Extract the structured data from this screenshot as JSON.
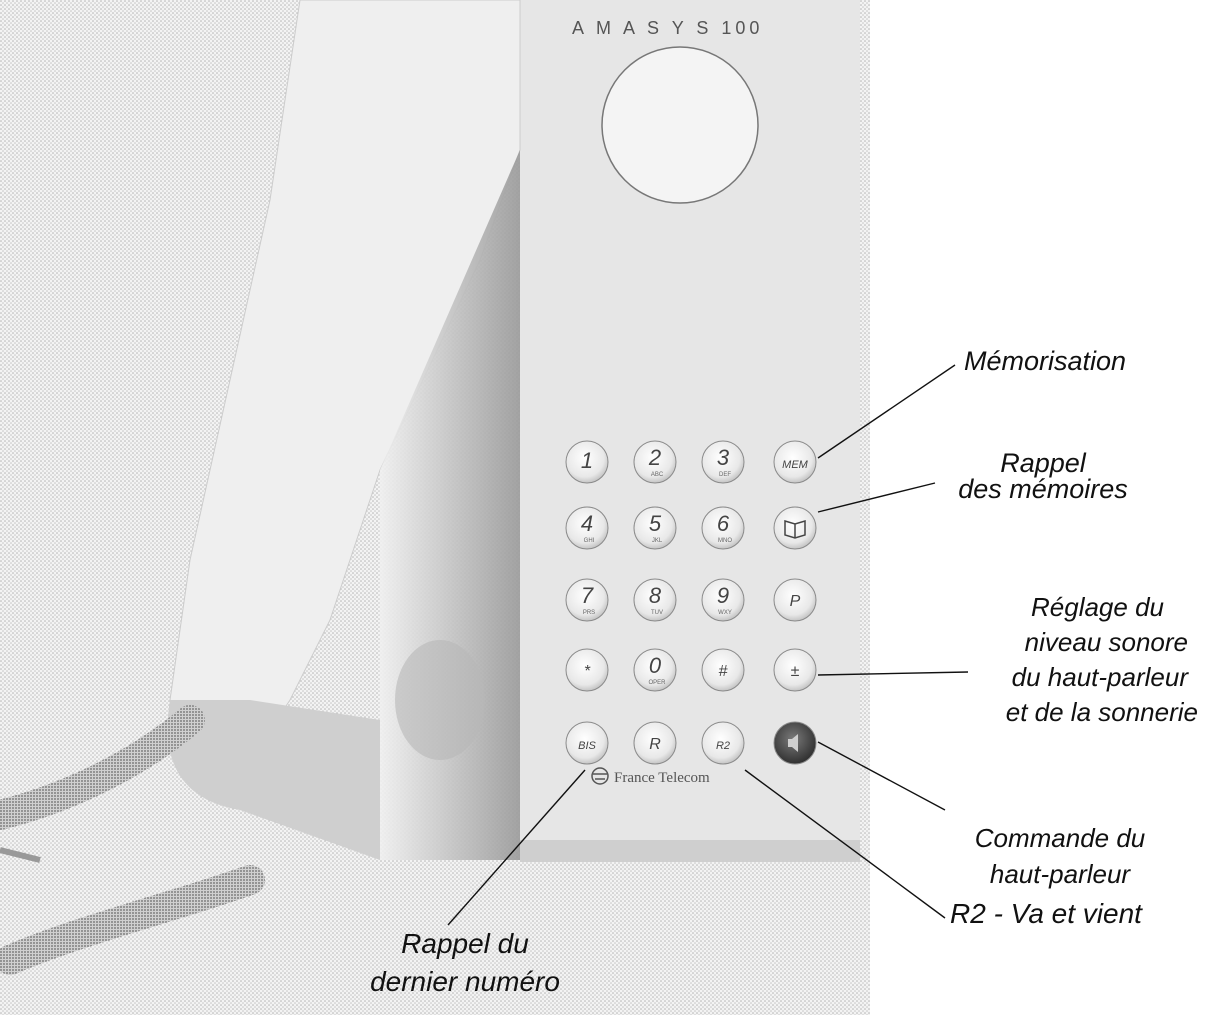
{
  "phone": {
    "model_text": "A M A S Y S 100",
    "brand_text": "France Telecom",
    "brand_icon": "france-telecom-logo",
    "keypad_rows": [
      [
        {
          "label": "1",
          "sub": "",
          "name": "key-1"
        },
        {
          "label": "2",
          "sub": "ABC",
          "name": "key-2"
        },
        {
          "label": "3",
          "sub": "DEF",
          "name": "key-3"
        },
        {
          "label": "MEM",
          "sub": "",
          "name": "key-mem"
        }
      ],
      [
        {
          "label": "4",
          "sub": "GHI",
          "name": "key-4"
        },
        {
          "label": "5",
          "sub": "JKL",
          "name": "key-5"
        },
        {
          "label": "6",
          "sub": "MNO",
          "name": "key-6"
        },
        {
          "label": "",
          "sub": "",
          "name": "key-book",
          "icon": "open-book-icon"
        }
      ],
      [
        {
          "label": "7",
          "sub": "PRS",
          "name": "key-7"
        },
        {
          "label": "8",
          "sub": "TUV",
          "name": "key-8"
        },
        {
          "label": "9",
          "sub": "WXY",
          "name": "key-9"
        },
        {
          "label": "P",
          "sub": "",
          "name": "key-pause"
        }
      ],
      [
        {
          "label": "*",
          "sub": "",
          "name": "key-star"
        },
        {
          "label": "0",
          "sub": "OPER",
          "name": "key-0"
        },
        {
          "label": "#",
          "sub": "",
          "name": "key-hash"
        },
        {
          "label": "±",
          "sub": "",
          "name": "key-volume"
        }
      ],
      [
        {
          "label": "BIS",
          "sub": "",
          "name": "key-bis"
        },
        {
          "label": "R",
          "sub": "",
          "name": "key-r"
        },
        {
          "label": "R2",
          "sub": "",
          "name": "key-r2"
        },
        {
          "label": "",
          "sub": "",
          "name": "key-speaker",
          "icon": "speaker-icon",
          "dark": true
        }
      ]
    ]
  },
  "callouts": {
    "memorisation": "Mémorisation",
    "rappel_memoires_1": "Rappel",
    "rappel_memoires_2": "des mémoires",
    "reglage_1": "Réglage du",
    "reglage_2": "niveau sonore",
    "reglage_3": "du haut-parleur",
    "reglage_4": "et de la sonnerie",
    "commande_1": "Commande du",
    "commande_2": "haut-parleur",
    "r2": "R2 - Va et vient",
    "rappel_dernier_1": "Rappel du",
    "rappel_dernier_2": "dernier numéro"
  },
  "colors": {
    "body": "#dcdcdc",
    "body_shadow": "#9a9a9a",
    "key_face": "#eeeeee",
    "key_dark": "#3a3a3a",
    "line": "#111111"
  }
}
